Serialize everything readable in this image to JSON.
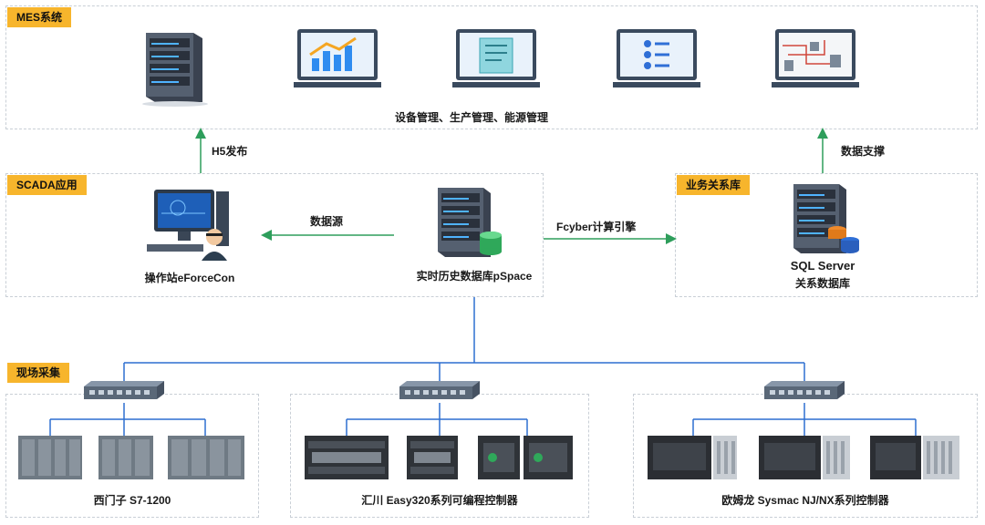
{
  "zones": {
    "mes": {
      "tag": "MES系统",
      "caption": "设备管理、生产管理、能源管理"
    },
    "scada": {
      "tag": "SCADA应用"
    },
    "rdb": {
      "tag": "业务关系库"
    },
    "field": {
      "tag": "现场采集"
    }
  },
  "nodes": {
    "operator": "操作站eForceCon",
    "pspace": "实时历史数据库pSpace",
    "sql_line1": "SQL Server",
    "sql_line2": "关系数据库"
  },
  "links": {
    "h5": "H5发布",
    "datasource": "数据源",
    "fcyber": "Fcyber计算引擎",
    "datasupport": "数据支撑"
  },
  "field": {
    "siemens": "西门子 S7-1200",
    "inovance": "汇川 Easy320系列可编程控制器",
    "omron": "欧姆龙 Sysmac NJ/NX系列控制器"
  },
  "colors": {
    "accent": "#f7b52c",
    "arrow": "#2e9e5b",
    "bus": "#2d6fd0"
  }
}
